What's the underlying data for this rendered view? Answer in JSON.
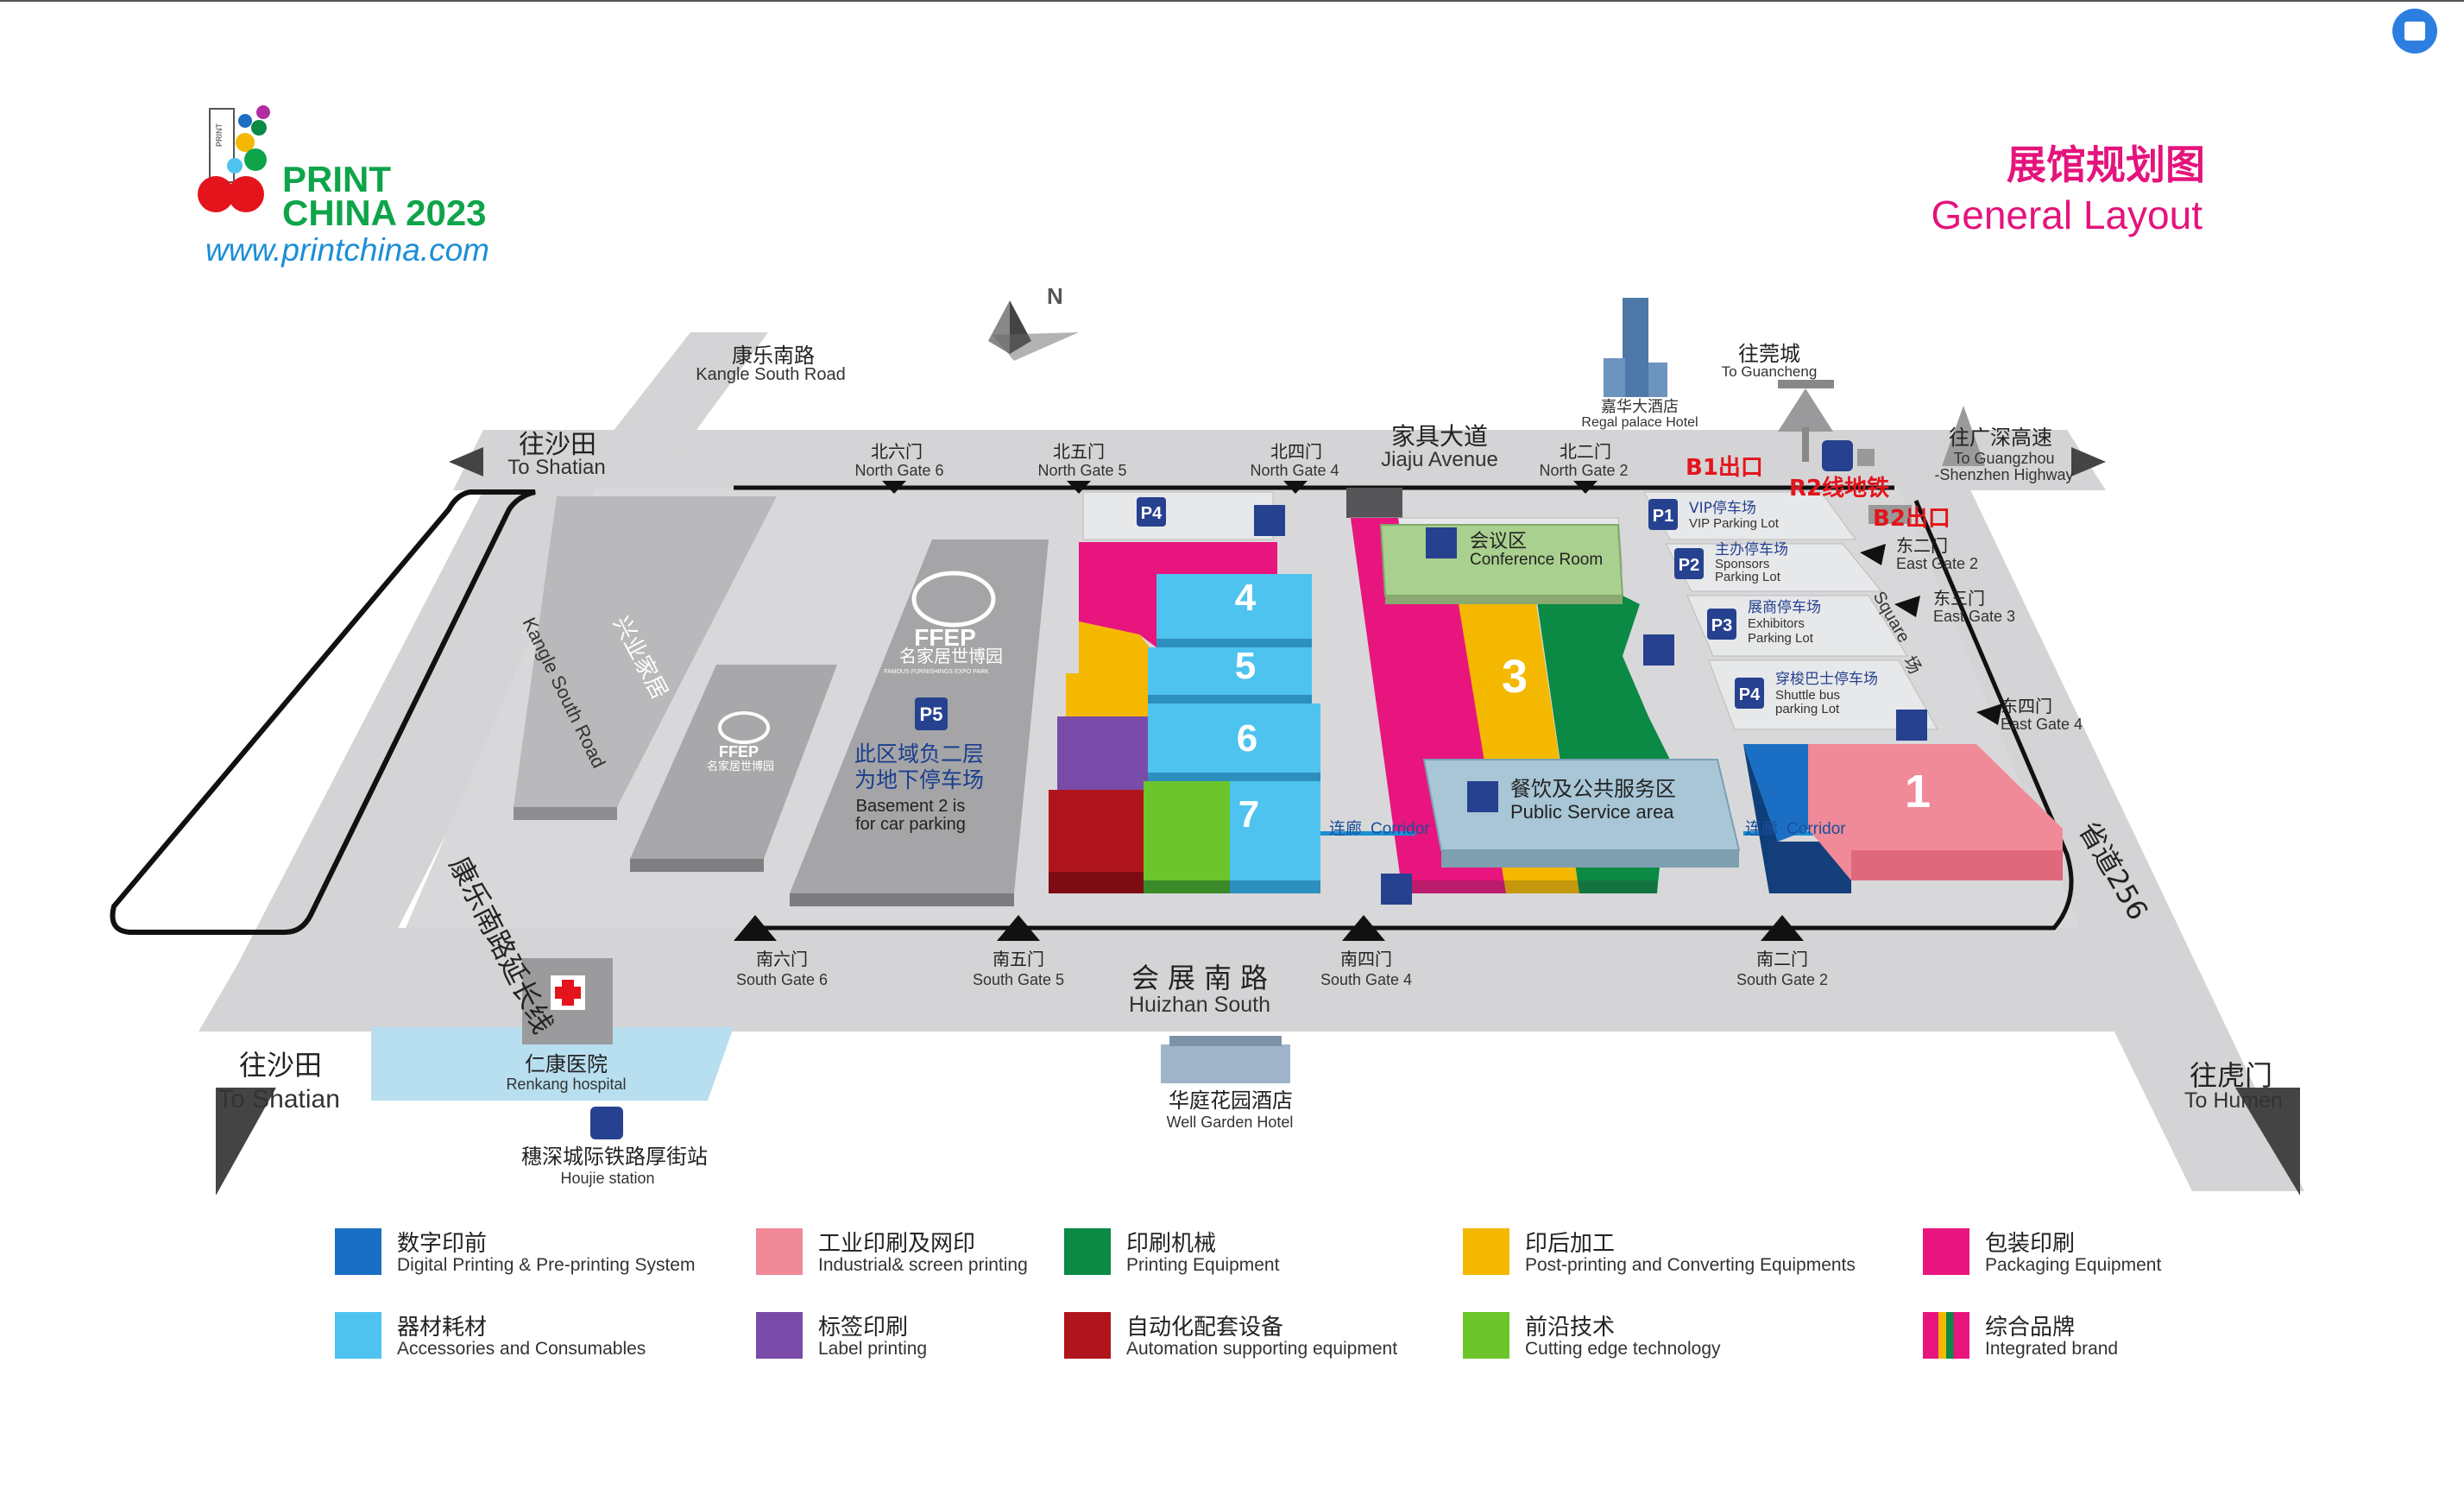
{
  "header": {
    "logo_print": "PRINT",
    "logo_china": "CHINA 2023",
    "website": "www.printchina.com",
    "logo_badge": "PRINT",
    "title_cn": "展馆规划图",
    "title_en": "General Layout"
  },
  "colors": {
    "digital": "#1a6fc4",
    "industrial": "#f08a98",
    "equipment": "#0a8a44",
    "post_printing": "#f5b800",
    "packaging": "#e8157f",
    "accessories": "#4ec3ef",
    "label": "#7a4ba8",
    "automation": "#b0141c",
    "cutting_edge": "#6cc52a",
    "road": "#d4d4d6",
    "title_pink": "#e4147c",
    "logo_green": "#0ea44a",
    "link_blue": "#1b8fd6",
    "parking_blue": "#26418f",
    "exit_red": "#e4141c"
  },
  "compass": {
    "label": "N"
  },
  "roads": {
    "kangle_north_cn": "康乐南路",
    "kangle_north_en": "Kangle South Road",
    "to_shatian_top_cn": "往沙田",
    "to_shatian_top_en": "To Shatian",
    "jiaju_cn": "家具大道",
    "jiaju_en": "Jiaju Avenue",
    "to_guancheng_cn": "往莞城",
    "to_guancheng_en": "To Guancheng",
    "to_highway_cn": "往广深高速",
    "to_highway_en_1": "To Guangzhou",
    "to_highway_en_2": "-Shenzhen Highway",
    "kangle_ext_cn": "康乐南路延长线",
    "kangle_ext_en": "Kangle South Road",
    "xingye_cn": "兴业家居",
    "square_en": "Square",
    "square_cn": "场",
    "provincial_road": "省道256",
    "huizhan_cn": "会展南路",
    "huizhan_en": "Huizhan  South",
    "to_shatian_bottom_cn": "往沙田",
    "to_shatian_bottom_en": "To Shatian",
    "to_humen_cn": "往虎门",
    "to_humen_en": "To Humen"
  },
  "landmarks": {
    "regal_cn": "嘉华大酒店",
    "regal_en": "Regal palace Hotel",
    "renkang_cn": "仁康医院",
    "renkang_en": "Renkang hospital",
    "houjie_cn": "穗深城际铁路厚街站",
    "houjie_en": "Houjie station",
    "well_garden_cn": "华庭花园酒店",
    "well_garden_en": "Well Garden Hotel"
  },
  "metro": {
    "b1_exit": "B1出口",
    "r2_line": "R2线地铁",
    "b2_exit": "B2出口"
  },
  "gates": {
    "north6_cn": "北六门",
    "north6_en": "North Gate  6",
    "north5_cn": "北五门",
    "north5_en": "North Gate 5",
    "north4_cn": "北四门",
    "north4_en": "North Gate 4",
    "north2_cn": "北二门",
    "north2_en": "North Gate 2",
    "east2_cn": "东二门",
    "east2_en": "East Gate 2",
    "east3_cn": "东三门",
    "east3_en": "East Gate 3",
    "east4_cn": "东四门",
    "east4_en": "East Gate 4",
    "south6_cn": "南六门",
    "south6_en": "South Gate 6",
    "south5_cn": "南五门",
    "south5_en": "South Gate 5",
    "south4_cn": "南四门",
    "south4_en": "South Gate 4",
    "south2_cn": "南二门",
    "south2_en": "South Gate 2"
  },
  "ffep": {
    "name": "FFEP",
    "name_cn": "名家居世博园",
    "name_en": "FAMOUS FURNISHINGS EXPO PARK",
    "small_name": "FFEP",
    "small_name_cn": "名家居世博园",
    "parking_cn_1": "此区域负二层",
    "parking_cn_2": "为地下停车场",
    "parking_en_1": "Basement 2 is",
    "parking_en_2": "for car parking"
  },
  "halls": {
    "h1": "1",
    "h3": "3",
    "h4": "4",
    "h5": "5",
    "h6": "6",
    "h7": "7",
    "conference_cn": "会议区",
    "conference_en": "Conference Room",
    "public_cn": "餐饮及公共服务区",
    "public_en": "Public Service area",
    "corridor_left_cn": "连廊",
    "corridor_left_en": "Corridor",
    "corridor_right_cn": "连廊",
    "corridor_right_en": "Corridor"
  },
  "parking": {
    "p1_badge": "P1",
    "p1_cn": "VIP停车场",
    "p1_en": "VIP Parking Lot",
    "p2_badge": "P2",
    "p2_cn": "主办停车场",
    "p2_en_1": "Sponsors",
    "p2_en_2": "Parking Lot",
    "p3_badge": "P3",
    "p3_cn": "展商停车场",
    "p3_en_1": "Exhibitors",
    "p3_en_2": "Parking Lot",
    "p4_badge": "P4",
    "p4_cn": "穿梭巴士停车场",
    "p4_en_1": "Shuttle bus",
    "p4_en_2": "parking Lot",
    "p4_north_badge": "P4",
    "p5_badge": "P5"
  },
  "legend": [
    {
      "cn": "数字印前",
      "en": "Digital Printing & Pre-printing System",
      "color": "#1a6fc4"
    },
    {
      "cn": "工业印刷及网印",
      "en": "Industrial& screen printing",
      "color": "#f08a98"
    },
    {
      "cn": "印刷机械",
      "en": "Printing Equipment",
      "color": "#0a8a44"
    },
    {
      "cn": "印后加工",
      "en": "Post-printing and Converting Equipments",
      "color": "#f5b800"
    },
    {
      "cn": "包装印刷",
      "en": "Packaging Equipment",
      "color": "#e8157f"
    },
    {
      "cn": "器材耗材",
      "en": "Accessories and Consumables",
      "color": "#4ec3ef"
    },
    {
      "cn": "标签印刷",
      "en": "Label printing",
      "color": "#7a4ba8"
    },
    {
      "cn": "自动化配套设备",
      "en": "Automation supporting equipment",
      "color": "#b0141c"
    },
    {
      "cn": "前沿技术",
      "en": "Cutting edge technology",
      "color": "#6cc52a"
    },
    {
      "cn": "综合品牌",
      "en": "Integrated brand",
      "color": "multi"
    }
  ],
  "toolbar": {
    "corner_icon": "translate-icon"
  }
}
